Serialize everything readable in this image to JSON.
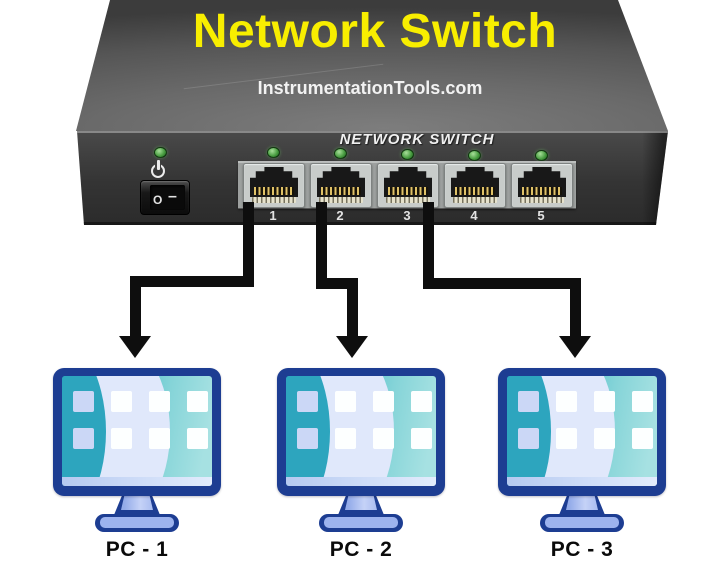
{
  "title": "Network Switch",
  "subtitle": "InstrumentationTools.com",
  "device": {
    "panel_label": "NETWORK SWITCH",
    "power": {
      "off_mark": "O",
      "on_mark": "–"
    },
    "ports": [
      {
        "number": "1",
        "connected": true
      },
      {
        "number": "2",
        "connected": true
      },
      {
        "number": "3",
        "connected": true
      },
      {
        "number": "4",
        "connected": false
      },
      {
        "number": "5",
        "connected": false
      }
    ]
  },
  "pcs": [
    {
      "label": "PC - 1"
    },
    {
      "label": "PC - 2"
    },
    {
      "label": "PC - 3"
    }
  ],
  "connections": [
    {
      "port": "1",
      "pc": "PC - 1"
    },
    {
      "port": "2",
      "pc": "PC - 2"
    },
    {
      "port": "3",
      "pc": "PC - 3"
    }
  ],
  "colors": {
    "title_yellow": "#f8ee00",
    "subtitle_white": "#f2f2f2",
    "device_top": "#6a6a6a",
    "device_front": "#3a3a3a",
    "port_strip": "#9da09f",
    "led_green": "#4a9e42",
    "cable_black": "#0e0e0e",
    "monitor_navy": "#1d3d92",
    "screen_teal": "#52bfcc",
    "background": "#ffffff"
  }
}
